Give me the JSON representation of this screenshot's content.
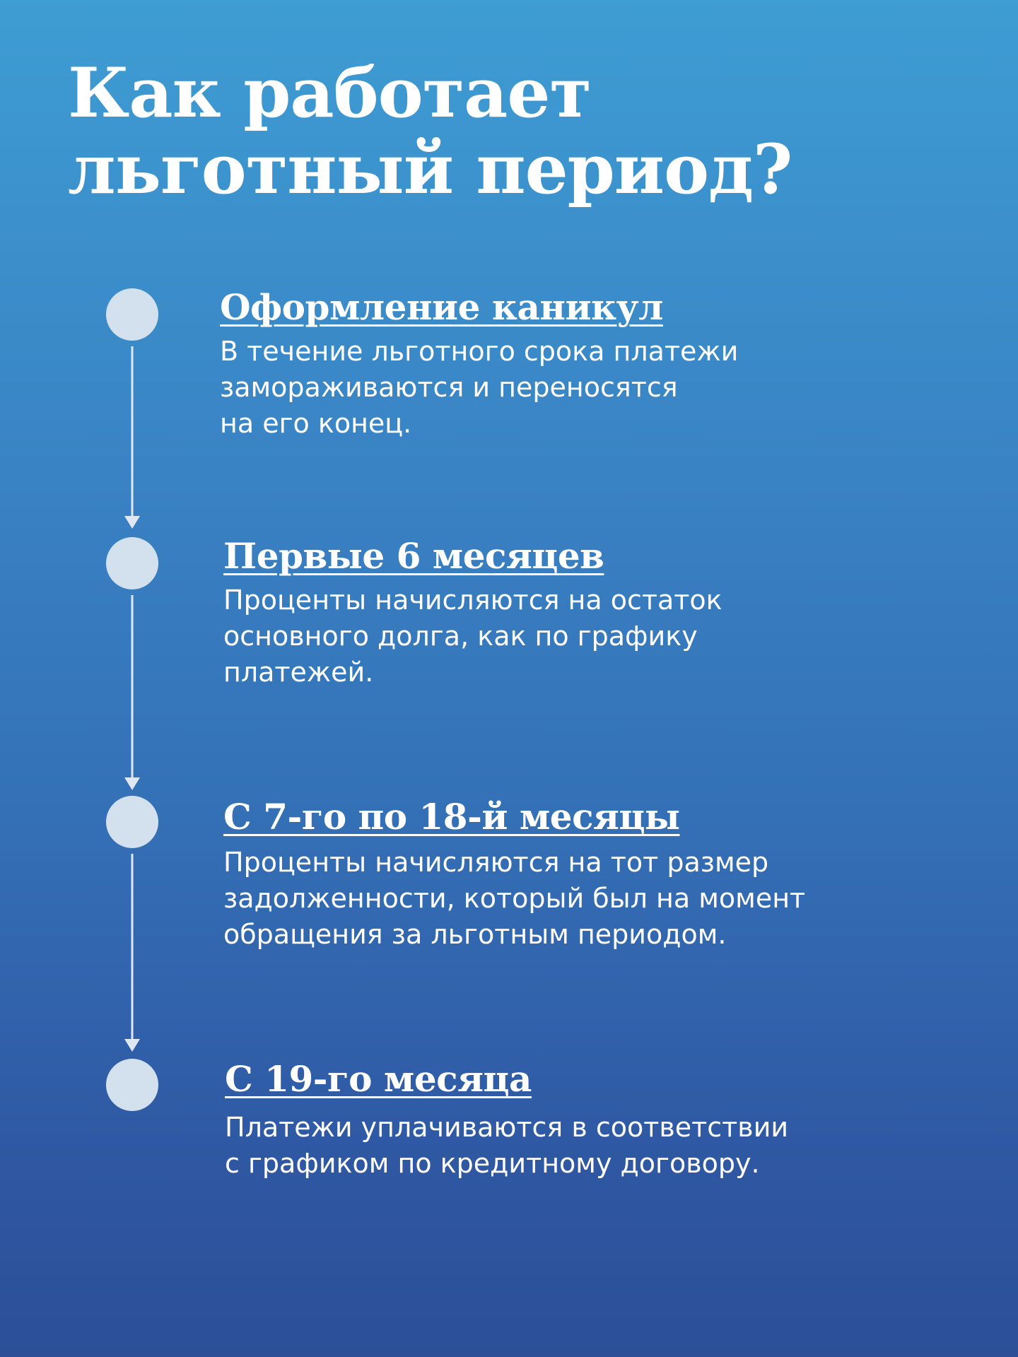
{
  "title": {
    "line1": "Как работает",
    "line2": "льготный период?"
  },
  "colors": {
    "marker_fill": "#d3e1ef",
    "connector": "#dfe8f2",
    "text": "#ffffff"
  },
  "steps": [
    {
      "heading": "Оформление каникул",
      "lines": [
        "В течение льготного срока платежи",
        "замораживаются и переносятся",
        "на его конец."
      ]
    },
    {
      "heading": "Первые 6 месяцев",
      "lines": [
        "Проценты начисляются на остаток",
        "основного долга, как по графику",
        "платежей."
      ]
    },
    {
      "heading": "С 7-го по 18-й месяцы",
      "lines": [
        "Проценты начисляются на тот размер",
        "задолженности, который был на момент",
        "обращения за льготным периодом."
      ]
    },
    {
      "heading": "С 19-го месяца",
      "lines": [
        "Платежи уплачиваются в соответствии",
        "с графиком по кредитному договору."
      ]
    }
  ]
}
